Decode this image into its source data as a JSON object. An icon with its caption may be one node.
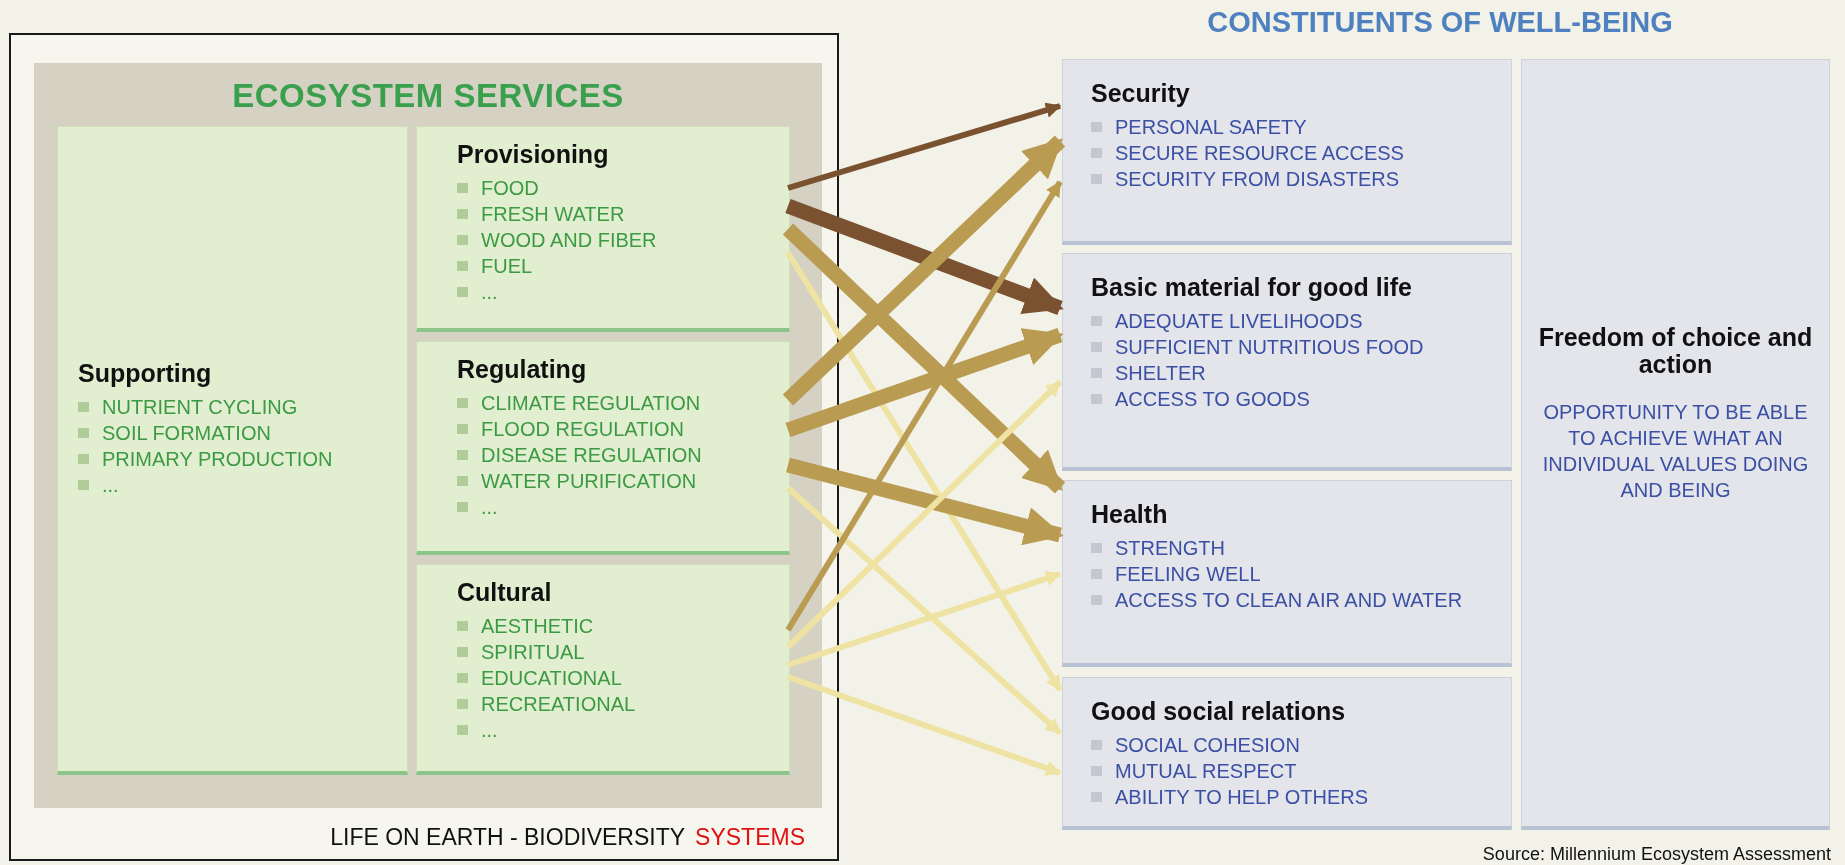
{
  "diagram": {
    "caption": "Source: Millennium Ecosystem Assessment",
    "nodes": [
      {
        "text": [
          "LIFE ON EARTH - BIODIVERSITY",
          "SYSTEMS"
        ]
      },
      {
        "text": [
          "ECOSYSTEM SERVICES"
        ],
        "in": 0
      },
      {
        "text": [
          "Supporting",
          "NUTRIENT CYCLING",
          "SOIL FORMATION",
          "PRIMARY PRODUCTION",
          "..."
        ],
        "in": 1
      },
      {
        "text": [
          "Provisioning",
          "FOOD",
          "FRESH WATER",
          "WOOD AND FIBER",
          "FUEL",
          "..."
        ],
        "in": 1
      },
      {
        "text": [
          "Regulating",
          "CLIMATE REGULATION",
          "FLOOD REGULATION",
          "DISEASE REGULATION",
          "WATER PURIFICATION",
          "..."
        ],
        "in": 1
      },
      {
        "text": [
          "Cultural",
          "AESTHETIC",
          "SPIRITUAL",
          "EDUCATIONAL",
          "RECREATIONAL",
          "..."
        ],
        "in": 1
      },
      {
        "text": [
          "Security",
          "PERSONAL SAFETY",
          "SECURE RESOURCE ACCESS",
          "SECURITY FROM DISASTERS"
        ]
      },
      {
        "text": [
          "Basic material for good life",
          "ADEQUATE LIVELIHOODS",
          "SUFFICIENT NUTRITIOUS FOOD",
          "SHELTER",
          "ACCESS TO GOODS"
        ]
      },
      {
        "text": [
          "Health",
          "STRENGTH",
          "FEELING WELL",
          "ACCESS TO CLEAN AIR AND WATER"
        ]
      },
      {
        "text": [
          "Good social relations",
          "SOCIAL COHESION",
          "MUTUAL RESPECT",
          "ABILITY TO HELP OTHERS"
        ]
      },
      {
        "text": [
          "Freedom of choice and action",
          "OPPORTUNITY TO BE ABLE TO ACHIEVE WHAT AN INDIVIDUAL VALUES DOING AND BEING"
        ]
      }
    ],
    "edges": [
      {
        "from": 3,
        "to": 6,
        "arrow": "to",
        "color": "#7a5230"
      },
      {
        "from": 3,
        "to": 7,
        "arrow": "to",
        "style": "thick",
        "color": "#7a5230"
      },
      {
        "from": 3,
        "to": 8,
        "arrow": "to",
        "style": "thick"
      },
      {
        "from": 3,
        "to": 9,
        "arrow": "to",
        "color": "#eee3a2"
      },
      {
        "from": 4,
        "to": 6,
        "arrow": "to",
        "style": "thick"
      },
      {
        "from": 4,
        "to": 7,
        "arrow": "to",
        "style": "thick"
      },
      {
        "from": 4,
        "to": 8,
        "arrow": "to",
        "style": "thick"
      },
      {
        "from": 4,
        "to": 9,
        "arrow": "to",
        "color": "#eee3a2"
      },
      {
        "from": 5,
        "to": 6,
        "arrow": "to"
      },
      {
        "from": 5,
        "to": 7,
        "arrow": "to",
        "color": "#eee3a2"
      },
      {
        "from": 5,
        "to": 8,
        "arrow": "to",
        "color": "#eee3a2"
      },
      {
        "from": 5,
        "to": 9,
        "arrow": "to",
        "color": "#eee3a2"
      }
    ],
    "labels": [
      "CONSTITUENTS OF WELL-BEING"
    ]
  }
}
